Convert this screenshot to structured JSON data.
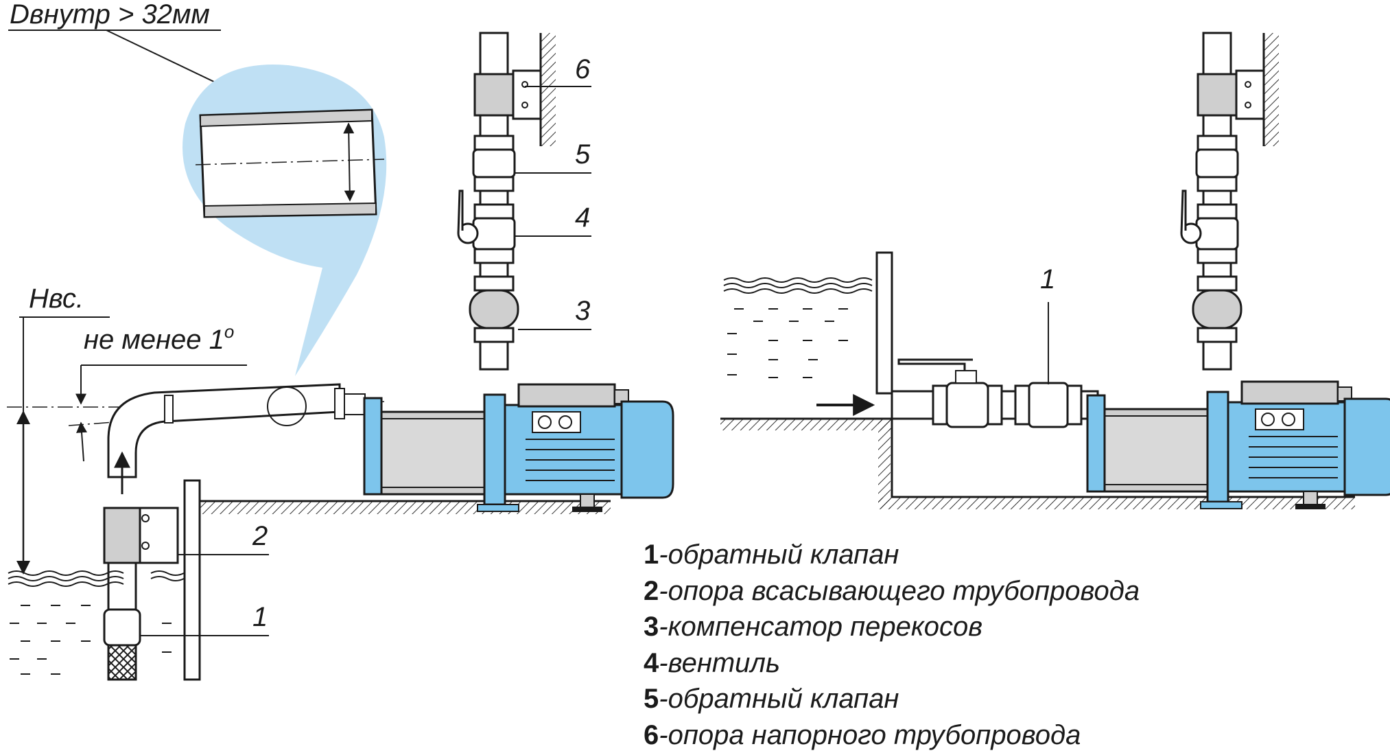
{
  "labels": {
    "diameter": "Dвнутр > 32мм",
    "suction_height": "Нвс.",
    "slope": "не менее 1",
    "slope_unit": "о",
    "left_callouts": [
      "6",
      "5",
      "4",
      "3",
      "2",
      "1"
    ],
    "right_callouts": [
      "1"
    ]
  },
  "legend": [
    {
      "num": "1",
      "text": "-обратный клапан"
    },
    {
      "num": "2",
      "text": "-опора всасывающего трубопровода"
    },
    {
      "num": "3",
      "text": "-компенсатор перекосов"
    },
    {
      "num": "4",
      "text": "-вентиль"
    },
    {
      "num": "5",
      "text": "-обратный клапан"
    },
    {
      "num": "6",
      "text": "-опора напорного трубопровода"
    }
  ],
  "colors": {
    "accent_blue": "#7dc5ec",
    "bubble_blue": "#bfe0f4",
    "metal_gray": "#cfcfcf",
    "line": "#1a1a1a"
  }
}
